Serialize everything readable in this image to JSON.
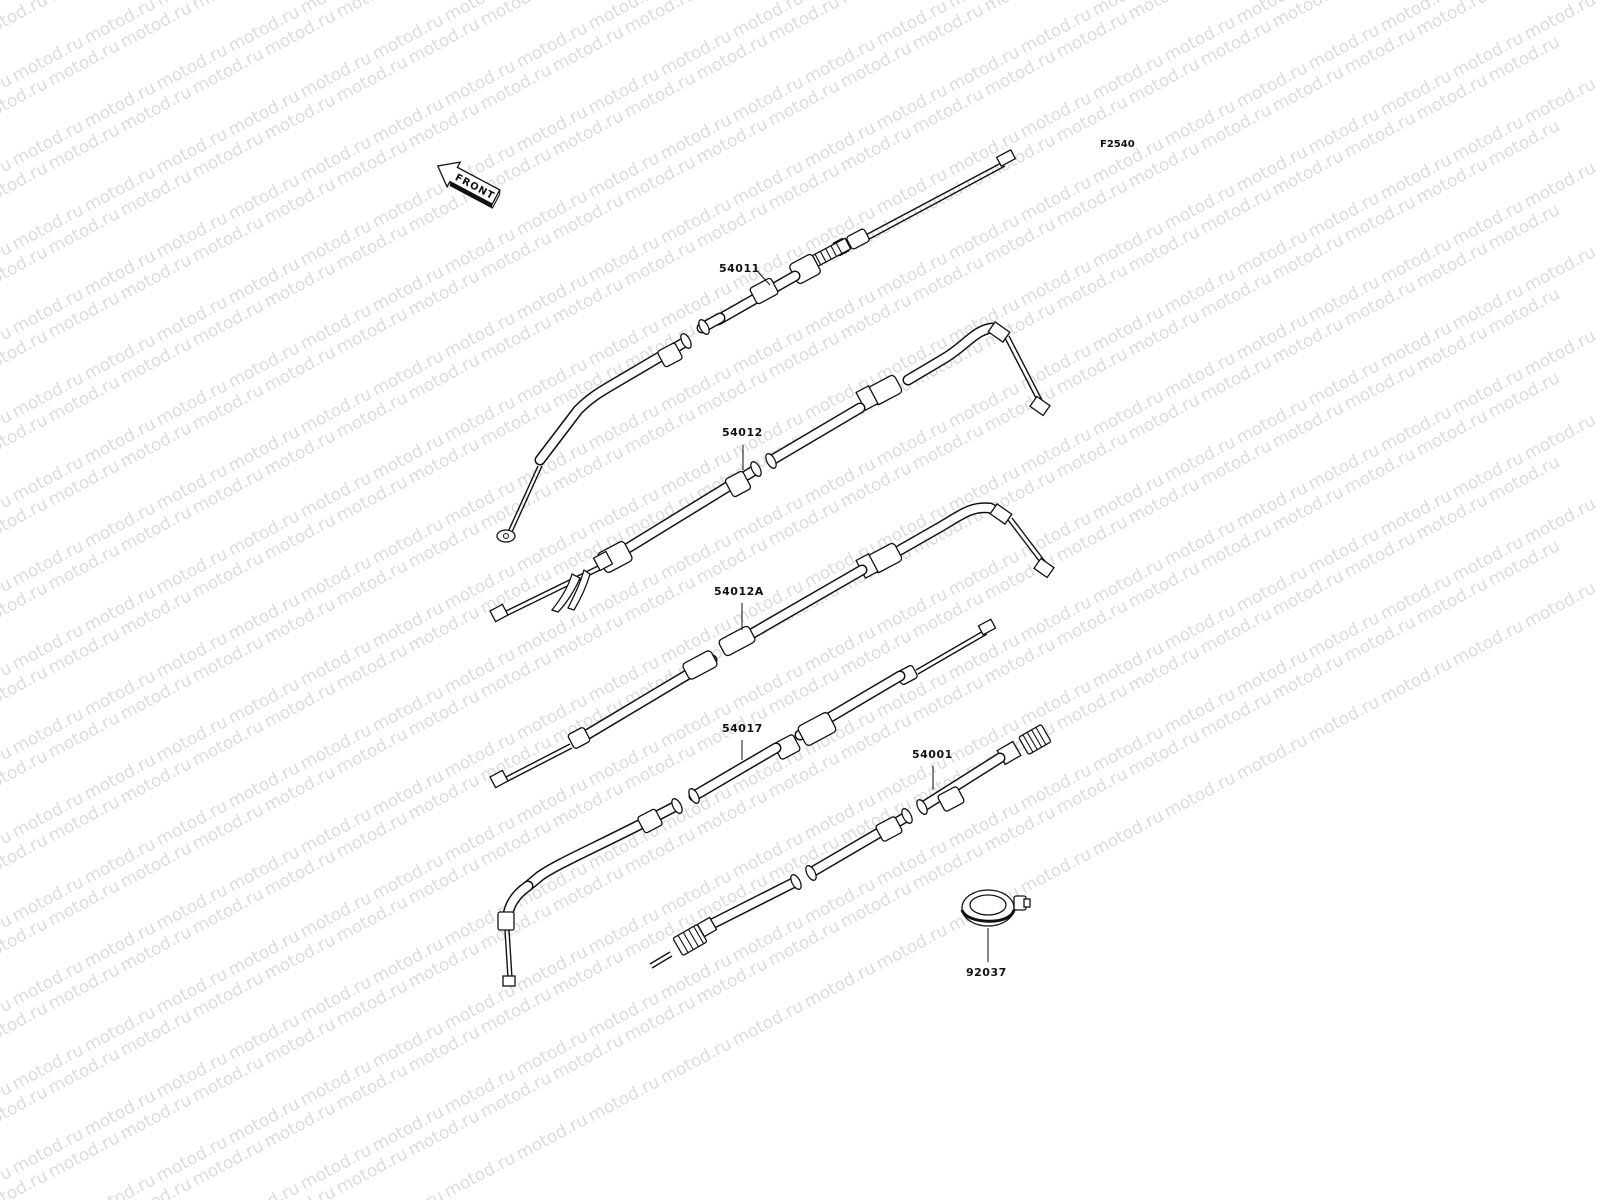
{
  "diagram": {
    "figure_code": "F2540",
    "watermark": "motod.ru",
    "front_label": "FRONT",
    "parts": [
      {
        "number": "54011"
      },
      {
        "number": "54012"
      },
      {
        "number": "54012A"
      },
      {
        "number": "54017"
      },
      {
        "number": "54001"
      },
      {
        "number": "92037"
      }
    ]
  }
}
